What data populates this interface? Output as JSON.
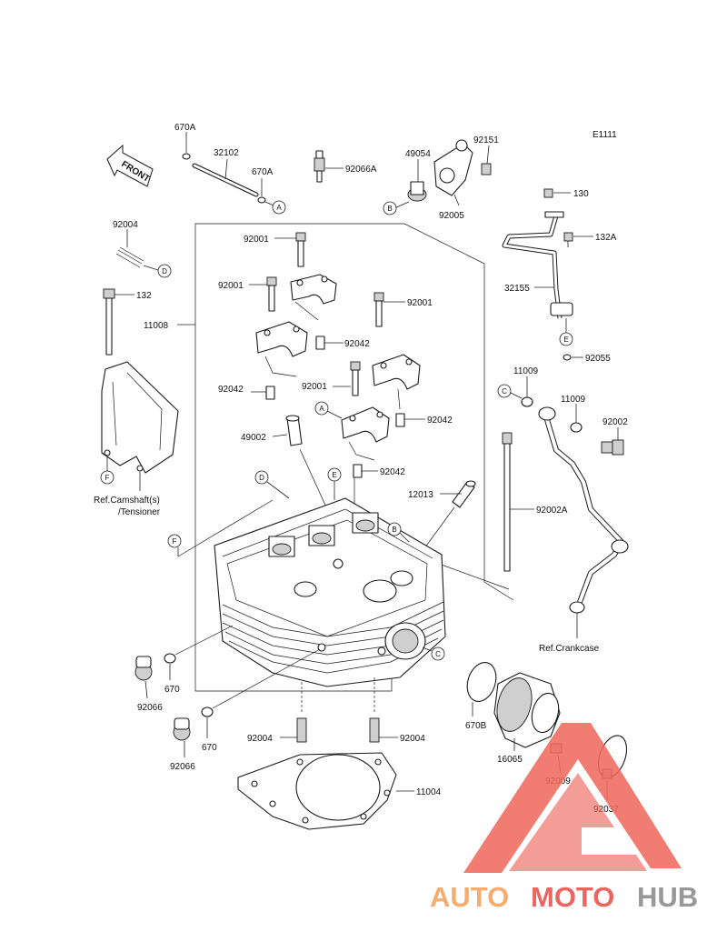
{
  "figure_code": "E1111",
  "front_label": "FRONT",
  "part_labels": {
    "p670A_top": "670A",
    "p32102": "32102",
    "p670A_mid": "670A",
    "p92066A": "92066A",
    "p49054": "49054",
    "p92151": "92151",
    "p92005": "92005",
    "p130": "130",
    "p132A": "132A",
    "p32155": "32155",
    "p92055": "92055",
    "p92004_top": "92004",
    "p132": "132",
    "p11008": "11008",
    "p92001_a": "92001",
    "p92001_b": "92001",
    "p92001_c": "92001",
    "p92001_d": "92001",
    "p92042_a": "92042",
    "p92042_b": "92042",
    "p92042_c": "92042",
    "p92042_d": "92042",
    "p49002": "49002",
    "p11009_a": "11009",
    "p11009_b": "11009",
    "p92002": "92002",
    "p12013": "12013",
    "p92002A": "92002A",
    "p670_a": "670",
    "p670_b": "670",
    "p92066_a": "92066",
    "p92066_b": "92066",
    "p92004_l": "92004",
    "p92004_r": "92004",
    "p11004": "11004",
    "p670B": "670B",
    "p16065": "16065",
    "p92009": "92009",
    "p92037": "92037"
  },
  "reference_labels": {
    "camshaft_line1": "Ref.Camshaft(s)",
    "camshaft_line2": "/Tensioner",
    "crankcase": "Ref.Crankcase"
  },
  "callouts": {
    "a1": "A",
    "a2": "A",
    "b1": "B",
    "b2": "B",
    "c1": "C",
    "c2": "C",
    "d1": "D",
    "d2": "D",
    "e1": "E",
    "e2": "E",
    "f1": "F",
    "f2": "F"
  },
  "watermark": {
    "text_auto": "AUTO",
    "text_moto": "MOTO",
    "text_hub": "HUB",
    "color_auto": "#f5a15c",
    "color_moto": "#e8524a",
    "color_hub": "#8a8a8a",
    "triangle_color": "#ee6a5f"
  }
}
